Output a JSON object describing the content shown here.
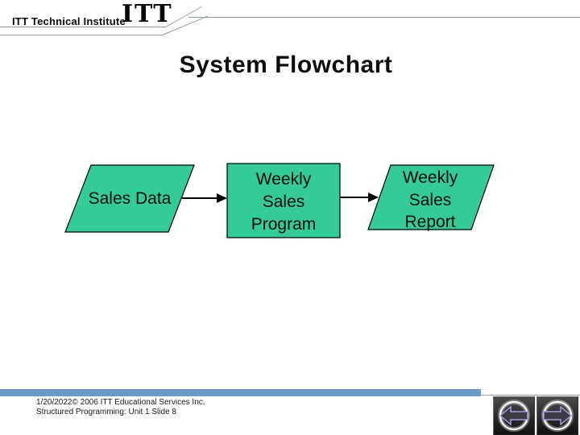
{
  "colors": {
    "node_fill": "#33CC99",
    "node_border": "#000000",
    "footer_bar": "#6B99CC",
    "header_line": "#8D9CA4"
  },
  "header": {
    "brand_text": "ITT Technical Institute",
    "logo_text": "ITT"
  },
  "slide": {
    "title": "System Flowchart"
  },
  "flowchart": {
    "nodes": [
      {
        "id": "sales-data",
        "shape": "parallelogram",
        "label": "Sales Data",
        "lines": [
          "Sales Data"
        ]
      },
      {
        "id": "weekly-sales-program",
        "shape": "rectangle",
        "label": "Weekly Sales Program",
        "lines": [
          "Weekly",
          "Sales",
          "Program"
        ]
      },
      {
        "id": "weekly-sales-report",
        "shape": "parallelogram",
        "label": "Weekly Sales Report",
        "lines": [
          "Weekly",
          "Sales",
          "Report"
        ]
      }
    ],
    "edges": [
      {
        "from": "sales-data",
        "to": "weekly-sales-program"
      },
      {
        "from": "weekly-sales-program",
        "to": "weekly-sales-report"
      }
    ]
  },
  "footer": {
    "copyright": "1/20/2022© 2006 ITT Educational Services Inc.",
    "course": "Structured Programming: Unit 1 Slide 8"
  },
  "nav": {
    "back_icon": "left-arrow-icon",
    "forward_icon": "right-arrow-icon"
  }
}
